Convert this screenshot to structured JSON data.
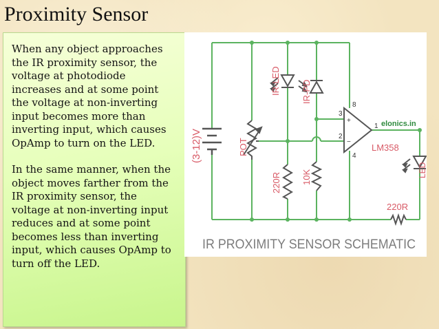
{
  "slide": {
    "title": "Proximity Sensor",
    "paragraphs": [
      "When any object approaches the IR proximity sensor, the voltage at photodiode increases and at some point the voltage at non-inverting input becomes more than inverting input, which causes OpAmp to turn on the LED.",
      "In the same manner, when the object moves farther from the IR proximity sensor, the voltage at non-inverting input reduces and at some point becomes less than inverting input, which causes OpAmp to turn off the LED."
    ]
  },
  "schematic": {
    "caption": "IR PROXIMITY SENSOR SCHEMATIC",
    "supply_label": "(3-12)V",
    "pot_label": "POT",
    "ir_led_label": "IR-LED",
    "ir_pd_label": "IR-PD",
    "resistor_220r_label": "220R",
    "resistor_10k_label": "10K",
    "resistor_220r_out_label": "220R",
    "led_label": "LED",
    "opamp_label": "LM358",
    "watermark": "elonics.in",
    "pins": {
      "p8": "8",
      "p3": "3",
      "p2": "2",
      "p4": "4",
      "p1": "1",
      "plus": "+",
      "minus": "−"
    },
    "colors": {
      "wire": "#5bb35f",
      "component": "#555555",
      "label": "#d85a66",
      "caption": "#7c7c7c"
    }
  }
}
